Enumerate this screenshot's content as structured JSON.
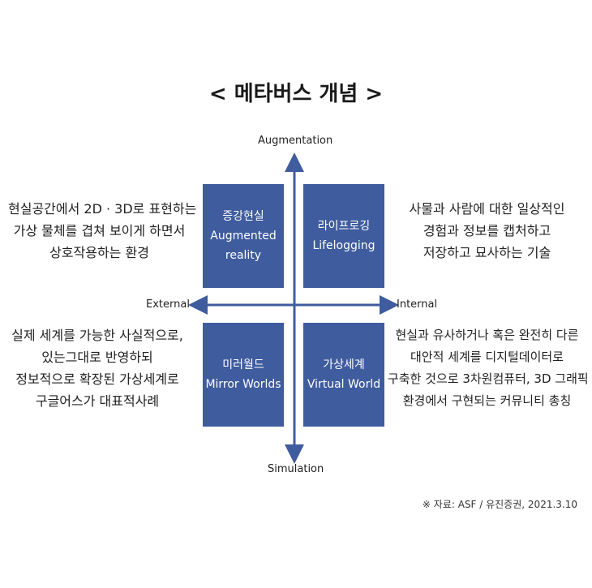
{
  "title": "< 메타버스 개념 >",
  "axes": {
    "top": "Augmentation",
    "bottom": "Simulation",
    "left": "External",
    "right": "Internal"
  },
  "quadrants": {
    "top_left": {
      "lines": [
        "증강현실",
        "Augmented",
        "reality"
      ]
    },
    "top_right": {
      "lines": [
        "라이프로깅",
        "Lifelogging"
      ]
    },
    "bottom_left": {
      "lines": [
        "미러월드",
        "Mirror Worlds"
      ]
    },
    "bottom_right": {
      "lines": [
        "가상세계",
        "Virtual World"
      ]
    }
  },
  "descriptions": {
    "top_left": [
      "현실공간에서 2D · 3D로 표현하는",
      "가상 물체를 겹쳐 보이게 하면서",
      "상호작용하는 환경"
    ],
    "top_right": [
      "사물과 사람에 대한 일상적인",
      "경험과 정보를 캡처하고",
      "저장하고 묘사하는 기술"
    ],
    "bottom_left": [
      "실제 세계를 가능한 사실적으로,",
      "있는그대로 반영하되",
      "정보적으로 확장된 가상세계로",
      "구글어스가 대표적사례"
    ],
    "bottom_right": [
      "현실과 유사하거나 혹은 완전히 다른",
      "대안적 세계를 디지털데이터로",
      "구축한 것으로 3차원컴퓨터, 3D 그래픽",
      "환경에서 구현되는 커뮤니티 총칭"
    ]
  },
  "source": "※ 자료: ASF / 유진증권, 2021.3.10",
  "colors": {
    "box": "#3f5c9e",
    "axis": "#3f5c9e"
  }
}
